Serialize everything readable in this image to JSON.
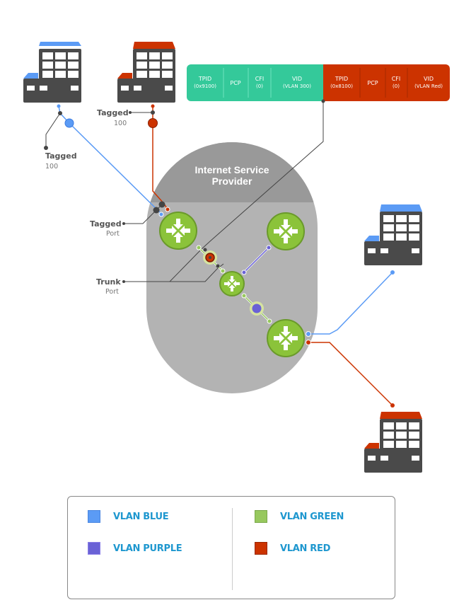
{
  "colors": {
    "blue": "#5b9bf5",
    "purple": "#6a62d6",
    "green": "#97c85e",
    "red": "#cc3300",
    "teal": "#34c99a",
    "building": "#4a4a4a",
    "isp_dark": "#999999",
    "isp_light": "#b3b3b3",
    "router": "#8bc33a",
    "legend_text": "#1e97cf"
  },
  "header": {
    "outer_tag": [
      {
        "title": "TPID",
        "sub": "(0x9100)"
      },
      {
        "title": "PCP",
        "sub": ""
      },
      {
        "title": "CFI",
        "sub": "(0)"
      },
      {
        "title": "VID",
        "sub": "(VLAN 300)"
      }
    ],
    "inner_tag": [
      {
        "title": "TPID",
        "sub": "(0x8100)"
      },
      {
        "title": "PCP",
        "sub": ""
      },
      {
        "title": "CFI",
        "sub": "(0)"
      },
      {
        "title": "VID",
        "sub": "(VLAN Red)"
      }
    ]
  },
  "isp": {
    "title_line1": "Internet Service",
    "title_line2": "Provider"
  },
  "labels": {
    "tagged_left": {
      "title": "Tagged",
      "sub": "100"
    },
    "tagged_top": {
      "title": "Tagged",
      "sub": "100"
    },
    "tagged_port": {
      "title": "Tagged",
      "sub": "Port"
    },
    "trunk_port": {
      "title": "Trunk",
      "sub": "Port"
    }
  },
  "buildings": [
    {
      "name": "building-blue-top-left",
      "vlan": "blue"
    },
    {
      "name": "building-red-top",
      "vlan": "red"
    },
    {
      "name": "building-blue-right",
      "vlan": "blue"
    },
    {
      "name": "building-red-bottom-right",
      "vlan": "red"
    }
  ],
  "legend": {
    "items": [
      {
        "label": "VLAN BLUE",
        "color": "#5b9bf5"
      },
      {
        "label": "VLAN PURPLE",
        "color": "#6a62d6"
      },
      {
        "label": "VLAN GREEN",
        "color": "#97c85e"
      },
      {
        "label": "VLAN RED",
        "color": "#cc3300"
      }
    ]
  }
}
